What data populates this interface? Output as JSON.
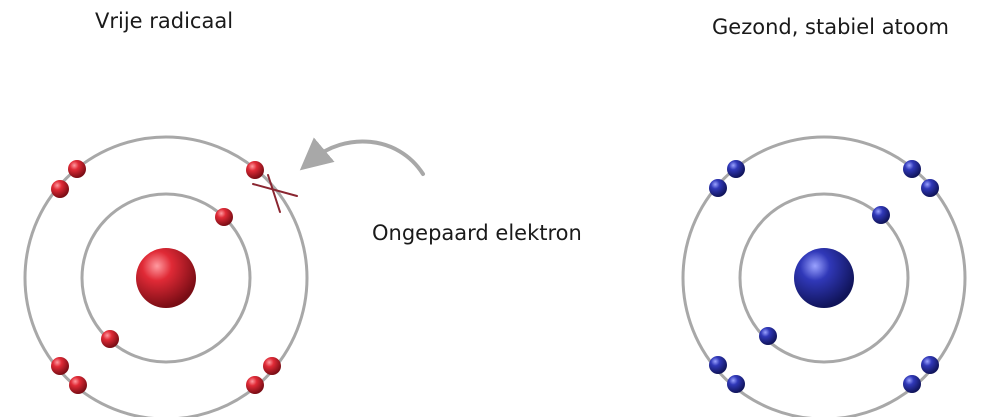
{
  "labels": {
    "free_radical": "Vrije radicaal",
    "stable_atom": "Gezond, stabiel atoom",
    "unpaired_electron": "Ongepaard elektron"
  },
  "atoms": {
    "free_radical": {
      "color": "#c4202c",
      "inner_shell_electrons": 2,
      "outer_shell_electrons": 7
    },
    "stable_atom": {
      "color": "#2a2f9e",
      "inner_shell_electrons": 2,
      "outer_shell_electrons": 8
    }
  },
  "colors": {
    "orbit": "#a8a8a8",
    "arrow": "#a8a8a8",
    "missing_marker": "#8a2530",
    "text": "#1a1a1a"
  },
  "icons": {
    "missing_electron_marker": "cross-mark",
    "pointer": "curved-arrow"
  }
}
